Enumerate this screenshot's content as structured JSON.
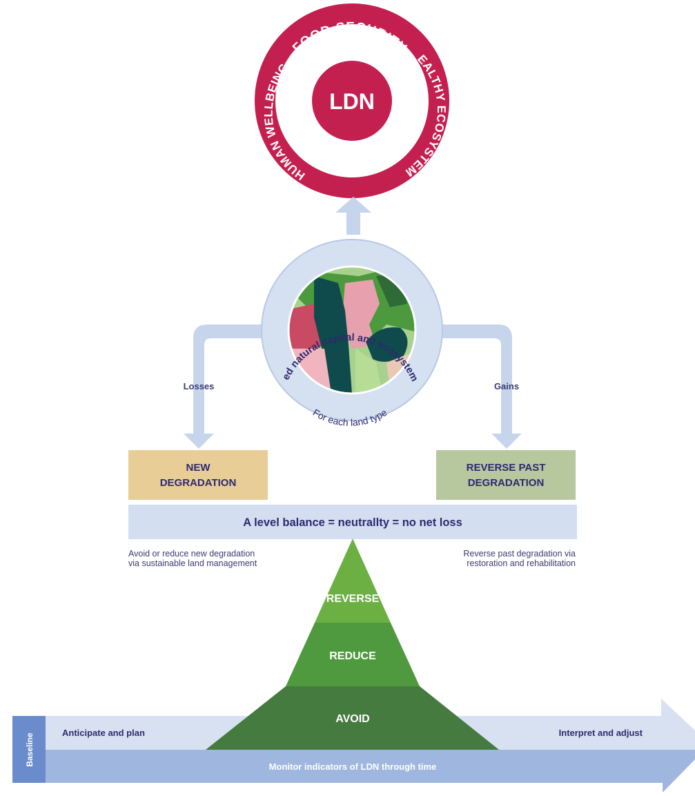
{
  "ring": {
    "center_label": "LDN",
    "arc_top": "FOOD SECURITY",
    "arc_right": "HEALTHY ECOSYSTEMS",
    "arc_left": "HUMAN WELLBEING",
    "colors": {
      "ring": "#c4204f",
      "text": "#ffffff"
    }
  },
  "capital_circle": {
    "arc_title": "Land-based natural capital and ecosystem services",
    "arc_subtitle": "For each land type"
  },
  "branches": {
    "left_label": "Losses",
    "right_label": "Gains"
  },
  "boxes": {
    "left": {
      "line1": "NEW",
      "line2": "DEGRADATION",
      "color": "#e8ce96"
    },
    "right": {
      "line1": "REVERSE PAST",
      "line2": "DEGRADATION",
      "color": "#b7c79e"
    }
  },
  "balance_bar": {
    "label": "A level balance = neutrallty = no net loss",
    "color": "#d3def1"
  },
  "notes": {
    "left_line1": "Avoid or reduce new degradation",
    "left_line2": "via sustainable land management",
    "right_line1": "Reverse past degradation via",
    "right_line2": "restoration and rehabilitation"
  },
  "pyramid": {
    "top": "REVERSE",
    "middle": "REDUCE",
    "bottom": "AVOID",
    "colors": {
      "top": "#6cb043",
      "middle": "#4f9a3e",
      "bottom": "#467b40"
    }
  },
  "timeline": {
    "baseline": "Baseline",
    "left_label": "Anticipate and plan",
    "right_label": "Interpret and adjust",
    "bottom_label": "Monitor indicators of LDN through time",
    "colors": {
      "baseline": "#6b8ccc",
      "upper": "#d7e1f2",
      "lower": "#9fb6df"
    }
  }
}
